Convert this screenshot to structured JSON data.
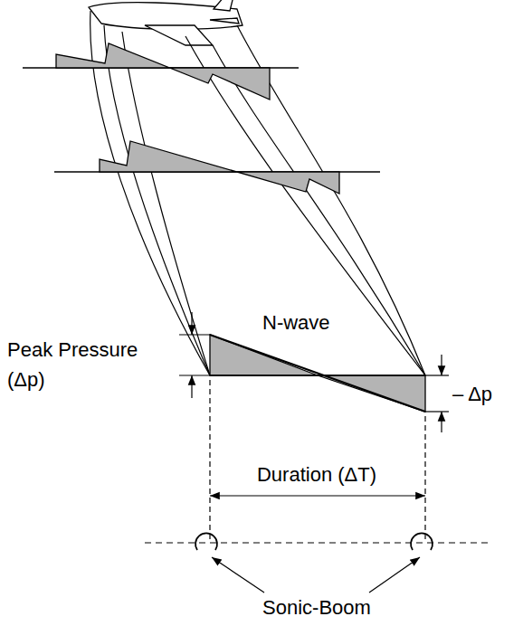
{
  "diagram": {
    "labels": [
      "Peak Pressure (Δp)",
      "N-wave",
      "– Δp",
      "Duration (ΔT)",
      "Sonic-Boom"
    ]
  }
}
